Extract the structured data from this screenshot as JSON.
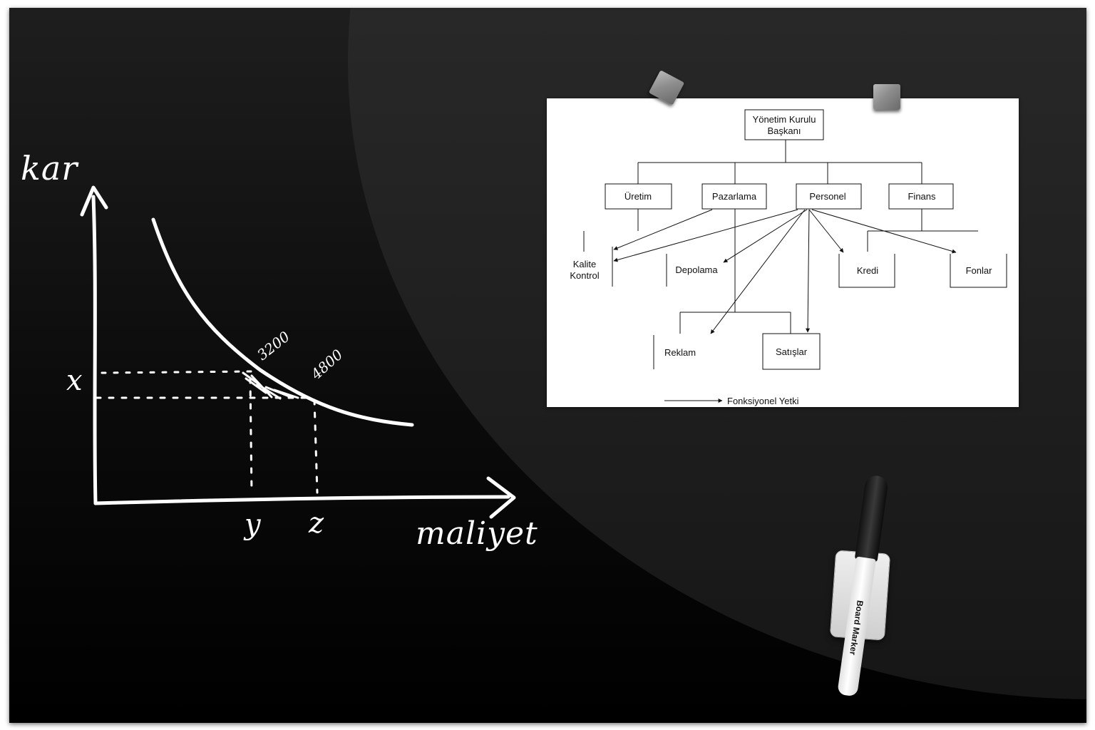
{
  "graph": {
    "y_label": "kar",
    "x_label": "maliyet",
    "tick_x": "x",
    "tick_y": "y",
    "tick_z": "z",
    "value_a": "3200",
    "value_b": "4800"
  },
  "org_chart": {
    "top": [
      "Yönetim Kurulu",
      "Başkanı"
    ],
    "departments": [
      "Üretim",
      "Pazarlama",
      "Personel",
      "Finans"
    ],
    "kalite": [
      "Kalite",
      "Kontrol"
    ],
    "depolama": "Depolama",
    "kredi": "Kredi",
    "fonlar": "Fonlar",
    "reklam": "Reklam",
    "satislar": "Satışlar",
    "legend": "Fonksiyonel Yetki"
  },
  "marker": {
    "label": "Board Marker"
  },
  "colors": {
    "board": "#0b0b0b",
    "chalk": "#ffffff",
    "paper": "#ffffff"
  }
}
